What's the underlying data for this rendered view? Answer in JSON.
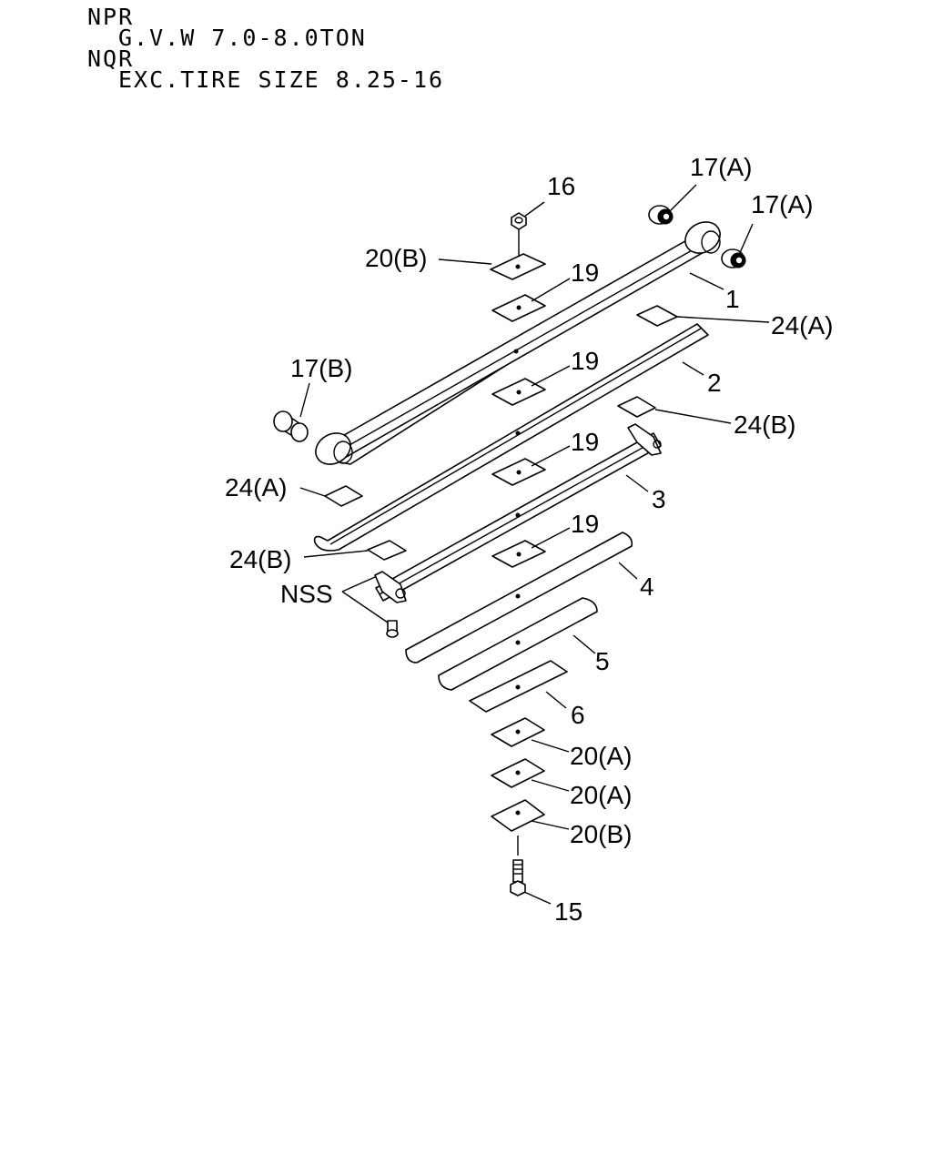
{
  "header": {
    "line1": "NPR",
    "line2": "G.V.W 7.0-8.0TON",
    "line3": "NQR",
    "line4": "EXC.TIRE SIZE 8.25-16"
  },
  "callouts": {
    "c16": "16",
    "c17a_1": "17(A)",
    "c17a_2": "17(A)",
    "c20b_top": "20(B)",
    "c19_1": "19",
    "c1": "1",
    "c24a_right": "24(A)",
    "c17b": "17(B)",
    "c19_2": "19",
    "c2": "2",
    "c24b_right": "24(B)",
    "c19_3": "19",
    "c24a_left": "24(A)",
    "c3": "3",
    "c19_4": "19",
    "c24b_left": "24(B)",
    "nss": "NSS",
    "c4": "4",
    "c5": "5",
    "c6": "6",
    "c20a_1": "20(A)",
    "c20a_2": "20(A)",
    "c20b_bottom": "20(B)",
    "c15": "15"
  },
  "icons": [
    "u-bolt-nut",
    "bushing",
    "spring-leaf",
    "spacer-pad",
    "shim-plate",
    "center-bolt"
  ]
}
